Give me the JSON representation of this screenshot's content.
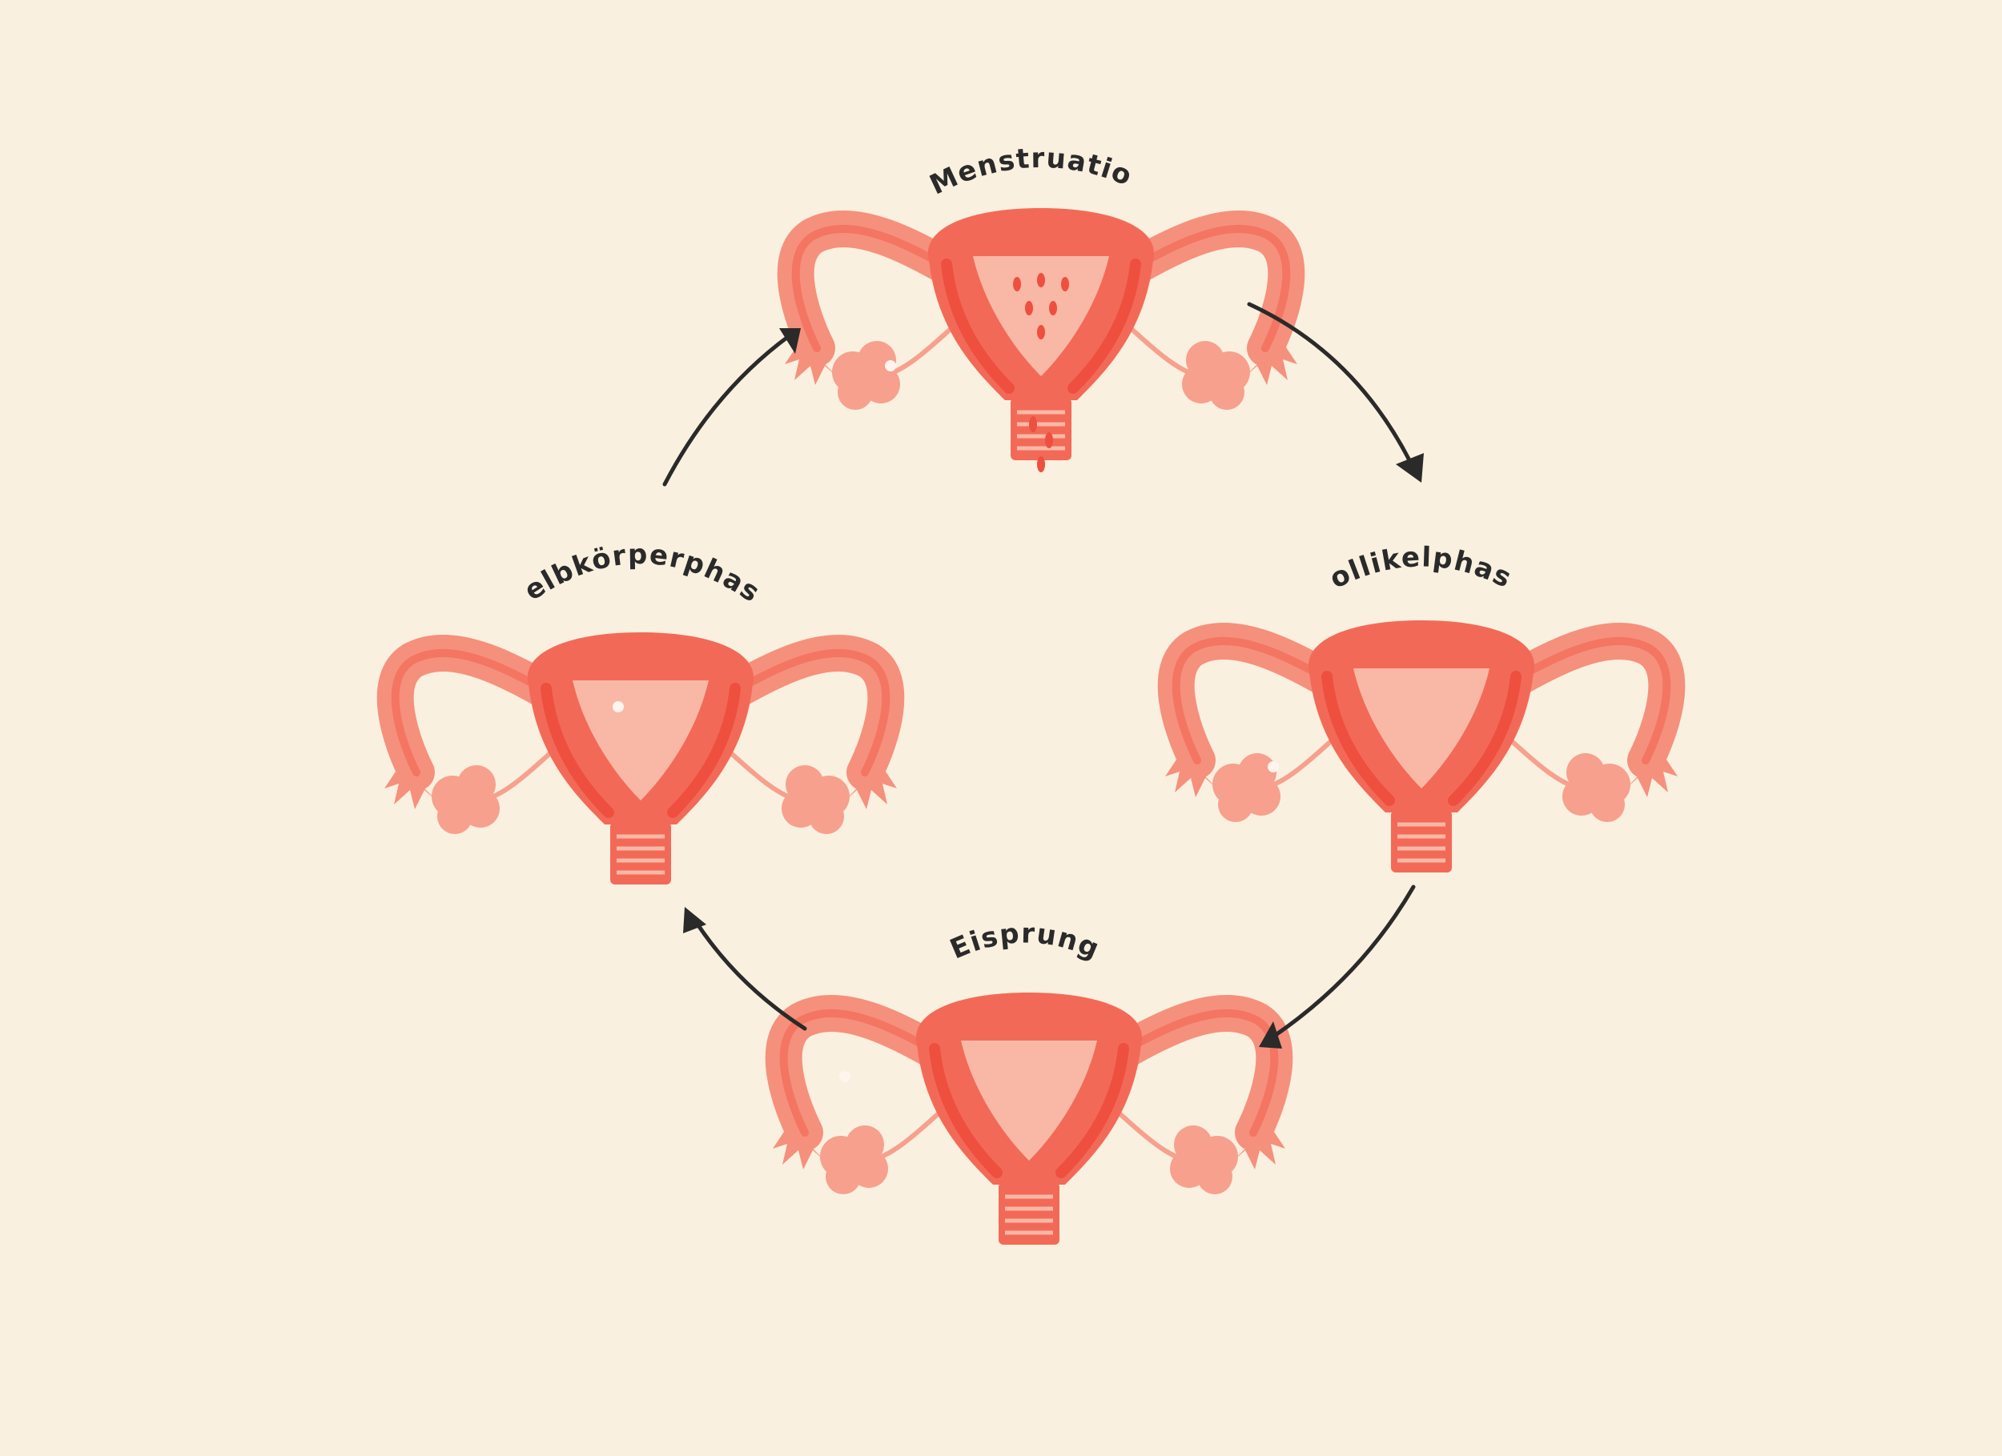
{
  "diagram": {
    "colors": {
      "background": "#FAF0DF",
      "organ": "#F26A57",
      "organ_light": "#F7A08E",
      "organ_dark": "#EE4F3F",
      "lining_pale": "#F9B8A6",
      "arrow": "#2A2A2A",
      "label": "#2A2A2A"
    },
    "phases": [
      {
        "label": "Menstruation"
      },
      {
        "label": "Follikelphase"
      },
      {
        "label": "Eisprung"
      },
      {
        "label": "Gelbkörperphase"
      }
    ]
  }
}
